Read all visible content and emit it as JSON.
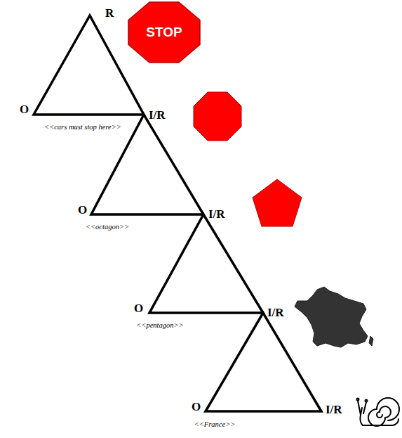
{
  "diagram": {
    "nodes": [
      {
        "text": [
          "STOP"
        ]
      }
    ],
    "labels": [
      "R",
      "O",
      "<<cars must stop here>>",
      "I/R",
      "O",
      "<<octagon>>",
      "I/R",
      "O",
      "<<pentagon>>",
      "I/R",
      "O",
      "<<France>>",
      "I/R"
    ]
  }
}
